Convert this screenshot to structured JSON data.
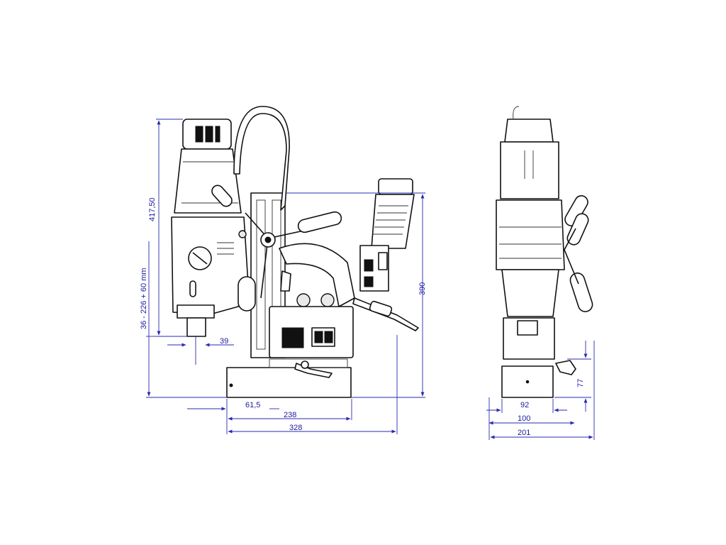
{
  "dimensions": {
    "height_total": "417,50",
    "stroke_range": "36 - 226 + 60 mm",
    "spindle_offset": "39",
    "height_390": "390",
    "base_offset": "61,5",
    "length_238": "238",
    "length_328": "328",
    "side_92": "92",
    "side_100": "100",
    "side_201": "201",
    "side_77": "77"
  },
  "colors": {
    "dimension": "#1a1a9e",
    "line": "#111111"
  }
}
